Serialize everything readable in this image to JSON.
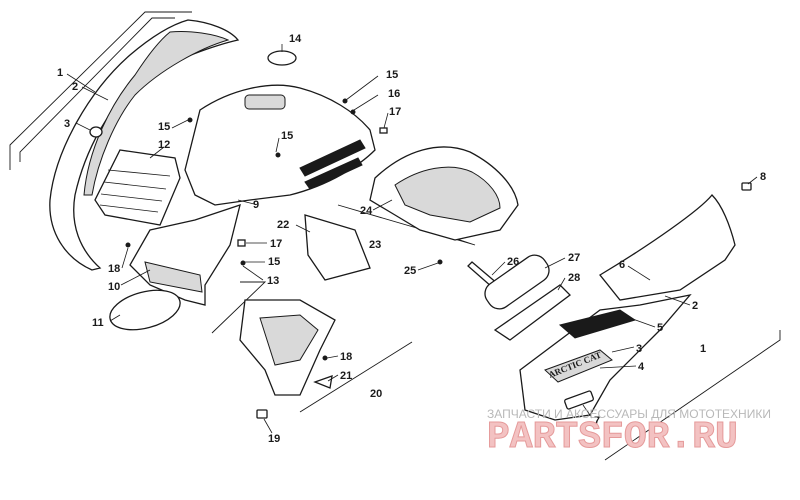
{
  "watermark": {
    "caption": "ЗАПЧАСТИ И АКСЕССУАРЫ ДЛЯ МОТОТЕХНИКИ",
    "brand": "PARTSFOR.RU",
    "color": "#f3c2c2"
  },
  "decal": {
    "text": "ARCTIC CAT"
  },
  "callouts": [
    {
      "id": "c1a",
      "label": "1"
    },
    {
      "id": "c2a",
      "label": "2"
    },
    {
      "id": "c3a",
      "label": "3"
    },
    {
      "id": "c14",
      "label": "14"
    },
    {
      "id": "c15a",
      "label": "15"
    },
    {
      "id": "c15b",
      "label": "15"
    },
    {
      "id": "c16",
      "label": "16"
    },
    {
      "id": "c17a",
      "label": "17"
    },
    {
      "id": "c15c",
      "label": "15"
    },
    {
      "id": "c12",
      "label": "12"
    },
    {
      "id": "c9",
      "label": "9"
    },
    {
      "id": "c24",
      "label": "24"
    },
    {
      "id": "c8",
      "label": "8"
    },
    {
      "id": "c22",
      "label": "22"
    },
    {
      "id": "c23",
      "label": "23"
    },
    {
      "id": "c17b",
      "label": "17"
    },
    {
      "id": "c15d",
      "label": "15"
    },
    {
      "id": "c13",
      "label": "13"
    },
    {
      "id": "c18a",
      "label": "18"
    },
    {
      "id": "c10",
      "label": "10"
    },
    {
      "id": "c11",
      "label": "11"
    },
    {
      "id": "c25",
      "label": "25"
    },
    {
      "id": "c26",
      "label": "26"
    },
    {
      "id": "c27",
      "label": "27"
    },
    {
      "id": "c28",
      "label": "28"
    },
    {
      "id": "c6",
      "label": "6"
    },
    {
      "id": "c2b",
      "label": "2"
    },
    {
      "id": "c5",
      "label": "5"
    },
    {
      "id": "c3b",
      "label": "3"
    },
    {
      "id": "c1b",
      "label": "1"
    },
    {
      "id": "c4",
      "label": "4"
    },
    {
      "id": "c18b",
      "label": "18"
    },
    {
      "id": "c21",
      "label": "21"
    },
    {
      "id": "c20",
      "label": "20"
    },
    {
      "id": "c7",
      "label": "7"
    },
    {
      "id": "c19",
      "label": "19"
    }
  ]
}
